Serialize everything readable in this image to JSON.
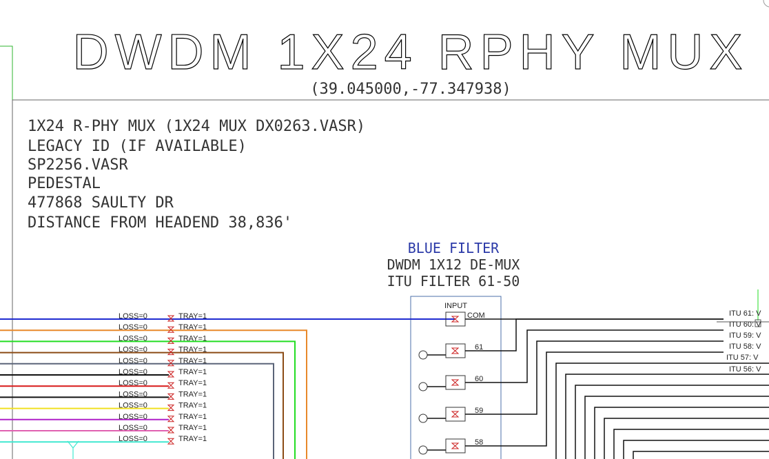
{
  "title": "DWDM 1X24 RPHY MUX",
  "coordinates": "(39.045000,-77.347938)",
  "info_lines": [
    "1X24 R-PHY MUX (1X24 MUX DX0263.VASR)",
    "LEGACY ID (IF AVAILABLE)",
    "SP2256.VASR",
    "PEDESTAL",
    "477868 SAULTY DR",
    "DISTANCE FROM HEADEND 38,836'"
  ],
  "filter": {
    "name": "BLUE FILTER",
    "line2": "DWDM 1X12 DE-MUX",
    "line3": "ITU FILTER 61-50",
    "input_label": "INPUT",
    "com_label": "COM",
    "ports": [
      "61",
      "60",
      "59",
      "58"
    ]
  },
  "fibers": [
    {
      "loss": "LOSS=0",
      "tray": "TRAY=1",
      "color": "#1f2bd0"
    },
    {
      "loss": "LOSS=0",
      "tray": "TRAY=1",
      "color": "#e8882a"
    },
    {
      "loss": "LOSS=0",
      "tray": "TRAY=1",
      "color": "#22dd22"
    },
    {
      "loss": "LOSS=0",
      "tray": "TRAY=1",
      "color": "#8b4a14"
    },
    {
      "loss": "LOSS=0",
      "tray": "TRAY=1",
      "color": "#5a6478"
    },
    {
      "loss": "LOSS=0",
      "tray": "TRAY=1",
      "color": "#111111"
    },
    {
      "loss": "LOSS=0",
      "tray": "TRAY=1",
      "color": "#d81818"
    },
    {
      "loss": "LOSS=0",
      "tray": "TRAY=1",
      "color": "#111111"
    },
    {
      "loss": "LOSS=0",
      "tray": "TRAY=1",
      "color": "#f0e020"
    },
    {
      "loss": "LOSS=0",
      "tray": "TRAY=1",
      "color": "#b020c8"
    },
    {
      "loss": "LOSS=0",
      "tray": "TRAY=1",
      "color": "#e060b0"
    },
    {
      "loss": "LOSS=0",
      "tray": "TRAY=1",
      "color": "#40e8d0"
    }
  ],
  "itu_channels": [
    "ITU 61: V",
    "ITU 60: V",
    "ITU 59: V",
    "ITU 58: V",
    "ITU 57: V",
    "ITU 56: V"
  ],
  "colors": {
    "filter_blue": "#2b3aa8",
    "frame_green": "#2fb52f",
    "marker_red": "#cc2222",
    "frame_box_border": "#4b6fa8"
  }
}
